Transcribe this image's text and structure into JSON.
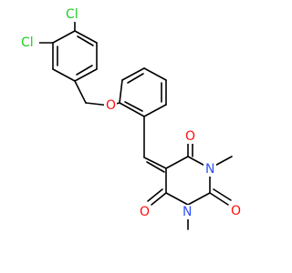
{
  "molecule": {
    "atoms": {
      "cl_top": "Cl",
      "cl_left": "Cl",
      "o_ether": "O",
      "o_carbonyl_upper": "O",
      "o_carbonyl_lower": "O",
      "o_carbonyl_right": "O",
      "n_upper": "N",
      "n_lower": "N"
    }
  },
  "colors": {
    "bond": "#000000",
    "chlorine": "#1fd01f",
    "oxygen": "#ff0d0d",
    "nitrogen": "#3050f8"
  }
}
